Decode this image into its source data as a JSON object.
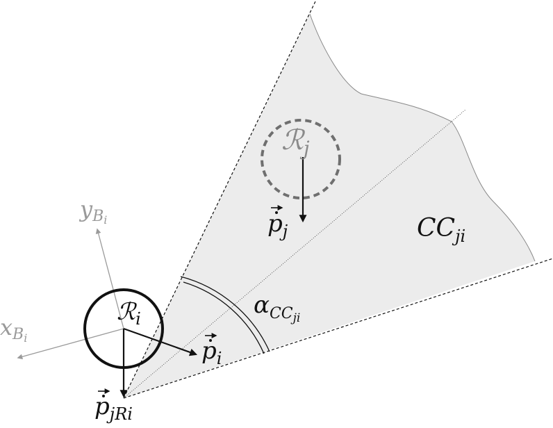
{
  "labels": {
    "collision_cone": {
      "main": "CC",
      "sub": "ji"
    },
    "cone_angle": {
      "main": "α",
      "sub1": "CC",
      "sub2": "ji"
    },
    "robot_i": {
      "main": "ℛ",
      "sub": "i"
    },
    "robot_j": {
      "main": "ℛ",
      "sub": "j"
    },
    "velocity_i": {
      "main": "p",
      "sub": "i"
    },
    "velocity_j": {
      "main": "p",
      "sub": "j"
    },
    "relative_velocity": {
      "main": "p",
      "sub": "jRi"
    },
    "axis_x": {
      "main": "x",
      "sub": "B",
      "subsub": "i"
    },
    "axis_y": {
      "main": "y",
      "sub": "B",
      "subsub": "i"
    }
  },
  "colors": {
    "cone_fill": "#ececec",
    "outline": "#555555",
    "dark": "#111111",
    "gray": "#9a9a9a",
    "robot_j_stroke": "#6f6f6f"
  }
}
